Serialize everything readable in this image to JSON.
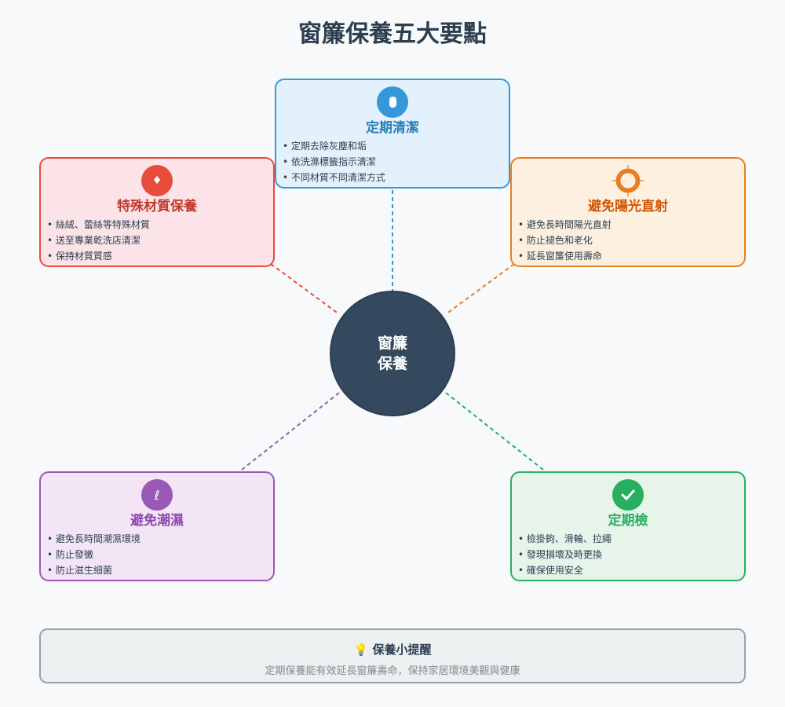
{
  "title": "窗簾保養五大要點",
  "center": {
    "line1": "窗簾",
    "line2": "保養"
  },
  "cards": [
    {
      "title": "定期清潔",
      "icon": "soap-icon",
      "color": "#3498db",
      "items": [
        "定期去除灰塵和垢",
        "依洗滌標籤指示清潔",
        "不同材質不同清潔方式"
      ]
    },
    {
      "title": "特殊材質保養",
      "icon": "fabric-icon",
      "color": "#e74c3c",
      "items": [
        "絲絨、蕾絲等特殊材質",
        "送至專業乾洗店清潔",
        "保持材質質感"
      ]
    },
    {
      "title": "避免陽光直射",
      "icon": "sun-icon",
      "color": "#e67e22",
      "items": [
        "避免長時間陽光直射",
        "防止褪色和老化",
        "延長窗簾使用壽命"
      ]
    },
    {
      "title": "避免潮濕",
      "icon": "humidity-icon",
      "color": "#9b59b6",
      "items": [
        "避免長時間潮濕環境",
        "防止發黴",
        "防止滋生細菌"
      ]
    },
    {
      "title": "定期檢",
      "icon": "check-icon",
      "color": "#27ae60",
      "items": [
        "檢掛鉤、滑輪、拉繩",
        "發現損壞及時更換",
        "確保使用安全"
      ]
    }
  ],
  "tip": {
    "icon": "lightbulb-icon",
    "heading": "保養小提醒",
    "text": "定期保養能有效延長窗簾壽命，保持家居環境美觀與健康"
  }
}
